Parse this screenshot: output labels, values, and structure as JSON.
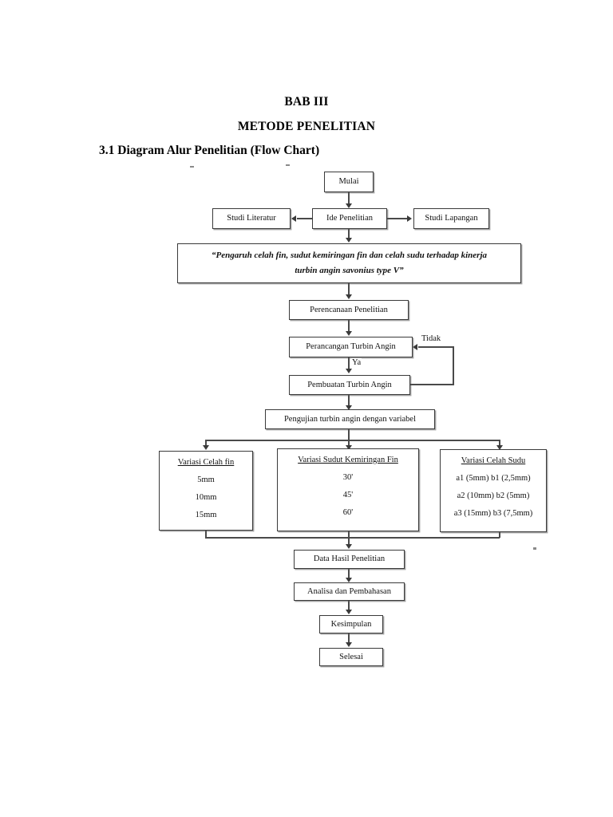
{
  "document": {
    "chapter": "BAB III",
    "chapter_title": "METODE PENELITIAN",
    "section_title": "3.1 Diagram Alur Penelitian (Flow Chart)"
  },
  "flowchart": {
    "nodes": {
      "start": "Mulai",
      "idea": "Ide Penelitian",
      "literature": "Studi Literatur",
      "field": "Studi Lapangan",
      "quote_line1": "“Pengaruh  celah fin, sudut kemiringan fin dan celah sudu terhadap kinerja",
      "quote_line2": "turbin angin savonius type V”",
      "planning": "Perencanaan Penelitian",
      "design": "Perancangan Turbin Angin",
      "manufacture": "Pembuatan Turbin Angin",
      "testing": "Pengujian turbin angin dengan  variabel",
      "result_data": "Data Hasil Penelitian",
      "analysis": "Analisa dan Pembahasan",
      "conclusion": "Kesimpulan",
      "end": "Selesai"
    },
    "edge_labels": {
      "no": "Tidak",
      "yes": "Ya"
    },
    "variations": [
      {
        "title": "Variasi Celah fin",
        "items": [
          "5mm",
          "10mm",
          "15mm"
        ]
      },
      {
        "title": "Variasi Sudut Kemiringan Fin",
        "items": [
          "30'",
          "45'",
          "60'"
        ]
      },
      {
        "title": "Variasi Celah Sudu",
        "items": [
          "a1 (5mm) b1 (2,5mm)",
          "a2 (10mm) b2 (5mm)",
          "a3 (15mm) b3 (7,5mm)"
        ]
      }
    ]
  }
}
